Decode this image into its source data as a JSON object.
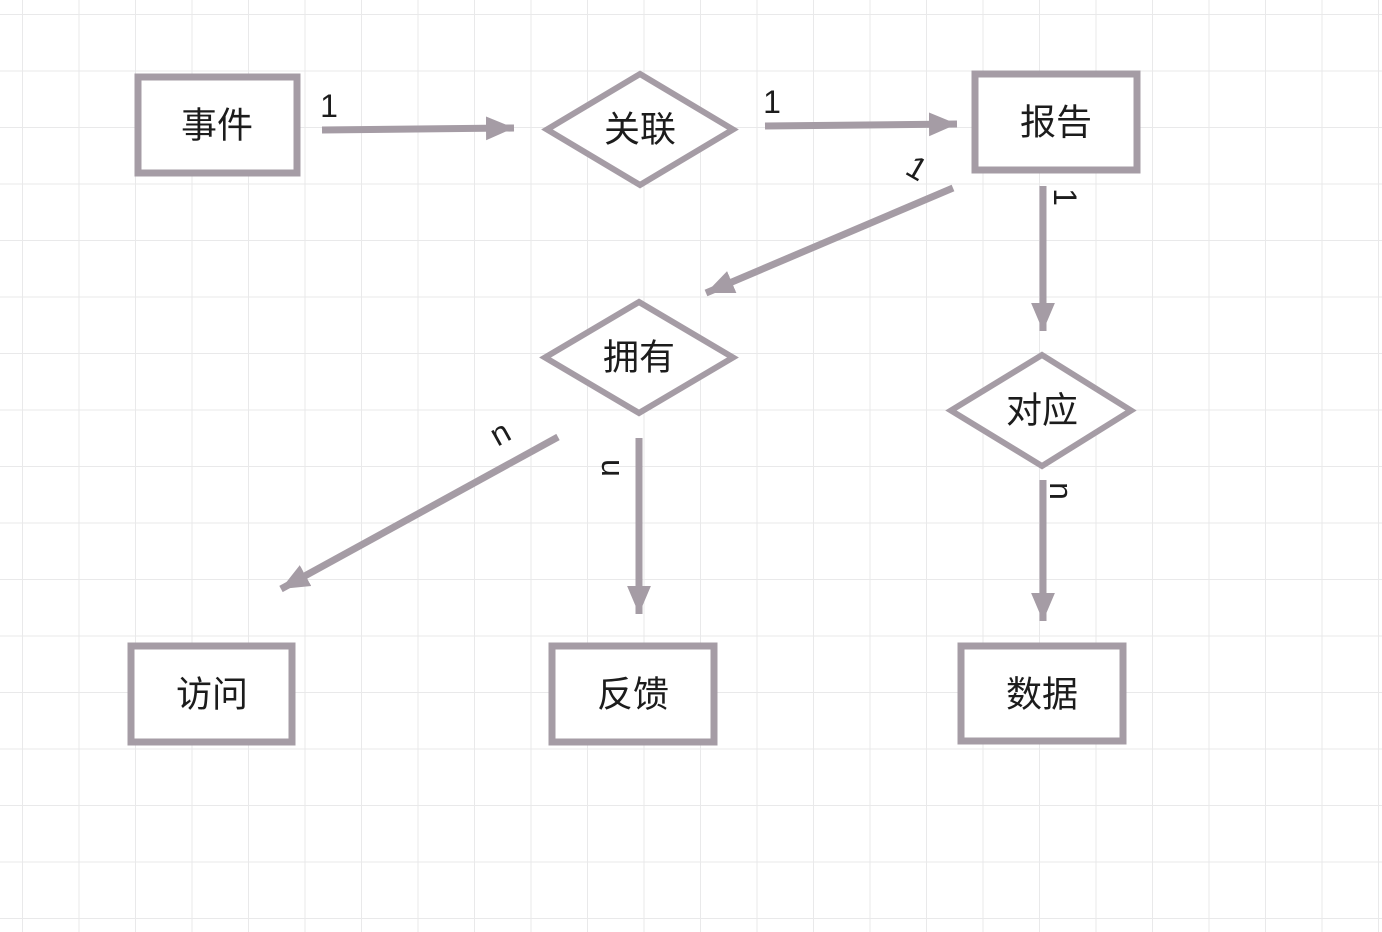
{
  "diagram": {
    "kind": "entity-relationship-diagram",
    "entities": [
      {
        "id": "event",
        "shape": "rectangle",
        "label": "事件"
      },
      {
        "id": "report",
        "shape": "rectangle",
        "label": "报告"
      },
      {
        "id": "access",
        "shape": "rectangle",
        "label": "访问"
      },
      {
        "id": "feedback",
        "shape": "rectangle",
        "label": "反馈"
      },
      {
        "id": "data",
        "shape": "rectangle",
        "label": "数据"
      }
    ],
    "relationships": [
      {
        "id": "associate",
        "shape": "diamond",
        "label": "关联"
      },
      {
        "id": "own",
        "shape": "diamond",
        "label": "拥有"
      },
      {
        "id": "correspond",
        "shape": "diamond",
        "label": "对应"
      }
    ],
    "edges": [
      {
        "from": "事件",
        "to": "关联",
        "label": "1"
      },
      {
        "from": "关联",
        "to": "报告",
        "label": "1"
      },
      {
        "from": "报告",
        "to": "拥有",
        "label": "1"
      },
      {
        "from": "报告",
        "to": "对应",
        "label": "1"
      },
      {
        "from": "拥有",
        "to": "访问",
        "label": "n"
      },
      {
        "from": "拥有",
        "to": "反馈",
        "label": "n"
      },
      {
        "from": "对应",
        "to": "数据",
        "label": "n"
      }
    ],
    "colors": {
      "shape_stroke": "#a59ca5",
      "arrow": "#a59ca5",
      "text": "#1c1c1c",
      "grid_line": "#e9e9ea",
      "background": "#ffffff"
    }
  }
}
